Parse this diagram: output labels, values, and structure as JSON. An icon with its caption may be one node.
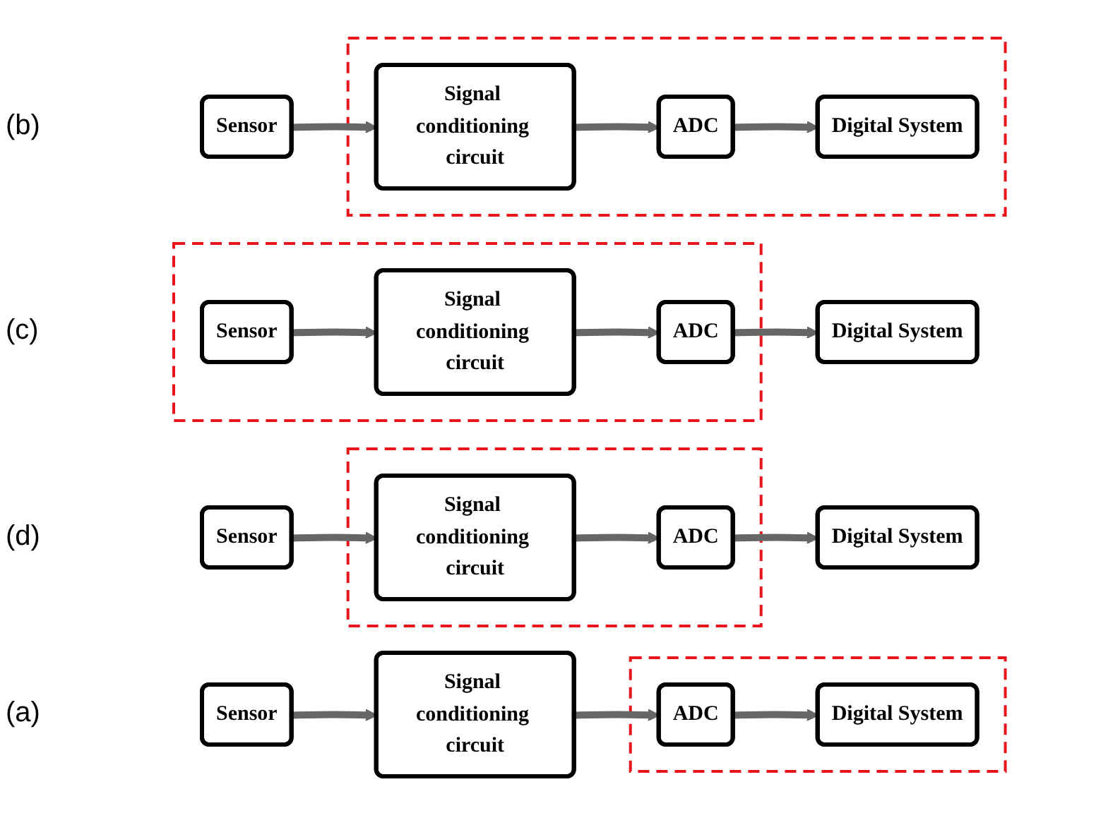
{
  "diagram": {
    "nodes": [
      {
        "text": [
          "Sensor"
        ]
      },
      {
        "text": [
          "Signal conditioning circuit"
        ]
      },
      {
        "text": [],
        "shape": "box"
      },
      {
        "text": [
          "ADC"
        ],
        "in": 2
      },
      {
        "text": [
          "Digital System"
        ],
        "in": 2
      },
      {
        "text": [
          "Sensor"
        ]
      },
      {
        "text": [],
        "shape": "box"
      },
      {
        "text": [
          "Signal conditioning circuit"
        ],
        "in": 6
      },
      {
        "text": [
          "ADC"
        ],
        "in": 6
      },
      {
        "text": [
          "Digital System"
        ],
        "in": 6
      },
      {
        "text": [],
        "shape": "box"
      },
      {
        "text": [
          "Sensor"
        ],
        "in": 10
      },
      {
        "text": [
          "Signal conditioning circuit"
        ],
        "in": 10
      },
      {
        "text": [
          "ADC"
        ],
        "in": 10
      },
      {
        "text": [
          "Digital System"
        ]
      },
      {
        "text": [
          "Sensor"
        ]
      },
      {
        "text": [],
        "shape": "box"
      },
      {
        "text": [
          "Signal conditioning circuit"
        ],
        "in": 16
      },
      {
        "text": [
          "ADC"
        ],
        "in": 16
      },
      {
        "text": [
          "Digital System"
        ]
      }
    ],
    "edges": [
      {
        "from": 0,
        "to": 1,
        "arrow": "to"
      },
      {
        "from": 1,
        "to": 3,
        "arrow": "to"
      },
      {
        "from": 3,
        "to": 4,
        "arrow": "to"
      },
      {
        "from": 5,
        "to": 7,
        "arrow": "to"
      },
      {
        "from": 7,
        "to": 8,
        "arrow": "to"
      },
      {
        "from": 8,
        "to": 9,
        "arrow": "to"
      },
      {
        "from": 11,
        "to": 12,
        "arrow": "to"
      },
      {
        "from": 12,
        "to": 13,
        "arrow": "to"
      },
      {
        "from": 13,
        "to": 14,
        "arrow": "to"
      },
      {
        "from": 15,
        "to": 17,
        "arrow": "to"
      },
      {
        "from": 17,
        "to": 18,
        "arrow": "to"
      },
      {
        "from": 18,
        "to": 19,
        "arrow": "to"
      }
    ],
    "labels": [
      "(a)",
      "(b)",
      "(c)",
      "(d)"
    ]
  }
}
